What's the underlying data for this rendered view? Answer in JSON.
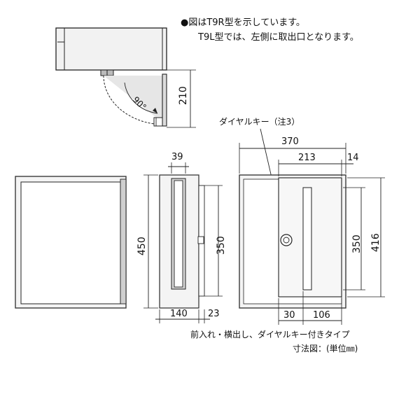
{
  "notes": {
    "line1": "●図はT9R型を示しています。",
    "line2": "T9L型では、左側に取出口となります。"
  },
  "top_view": {
    "angle_label": "90°",
    "depth_label": "210"
  },
  "dial_key_label": "ダイヤルキー（注3）",
  "side_view": {
    "width_top_label": "39",
    "height_label": "450",
    "slot_label": "350",
    "bottom_left_label": "140",
    "bottom_right_label": "23"
  },
  "front_view": {
    "total_width_label": "370",
    "door_width_label": "213",
    "right_margin_label": "14",
    "slot_height_label": "350",
    "door_height_label": "416",
    "bottom_left_label": "30",
    "bottom_right_label": "106"
  },
  "caption": {
    "type_line": "前入れ・横出し、ダイヤルキー付きタイプ",
    "unit_line": "寸法図：(単位㎜)"
  },
  "colors": {
    "line": "#222222",
    "dark_frame": "#3a3a3a",
    "light_fill": "#f2f2f2",
    "mid_fill": "#d9d9d9"
  }
}
